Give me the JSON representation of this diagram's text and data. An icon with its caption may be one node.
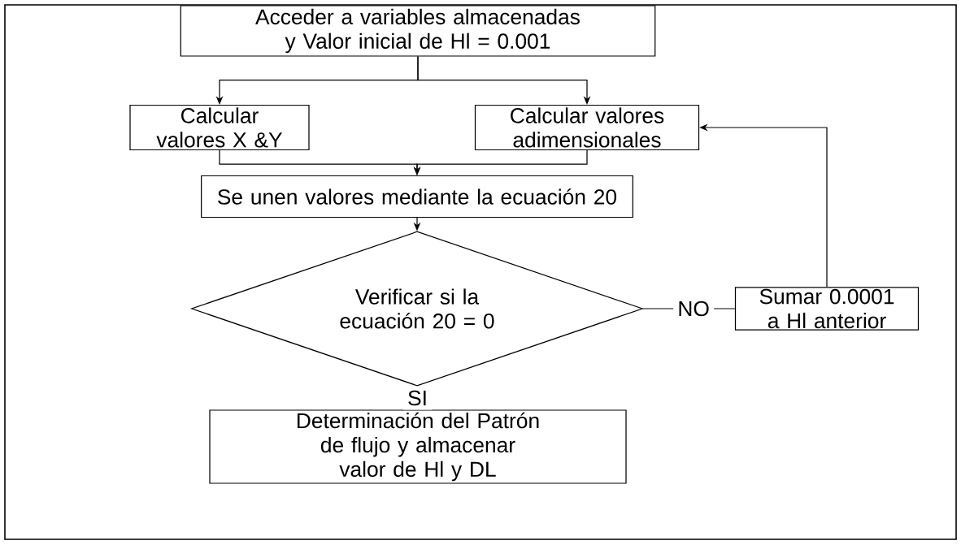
{
  "diagram": {
    "nodes": [
      {
        "text": [
          "Acceder a variables almacenadas y Valor inicial de Hl = 0.001"
        ]
      },
      {
        "text": [
          "Calcular valores  X &Y"
        ]
      },
      {
        "text": [
          "Calcular valores adimensionales"
        ]
      },
      {
        "text": [
          "Se unen valores  mediante la ecuación 20"
        ]
      },
      {
        "text": [
          "Verificar si la ecuación 20 = 0"
        ]
      },
      {
        "text": [
          "Sumar 0.0001 a Hl anterior"
        ]
      },
      {
        "text": [
          "Determinación del Patrón de flujo y almacenar valor de Hl y DL"
        ]
      }
    ],
    "edges": [
      {
        "from": 0,
        "to": 1,
        "arrow": "to"
      },
      {
        "from": 0,
        "to": 2,
        "arrow": "to"
      },
      {
        "from": 1,
        "to": 3,
        "arrow": "to"
      },
      {
        "from": 2,
        "to": 3,
        "arrow": "to"
      },
      {
        "from": 3,
        "to": 4,
        "arrow": "to"
      },
      {
        "from": 4,
        "to": 5,
        "label": "NO",
        "arrow": "none"
      },
      {
        "from": 5,
        "to": 2,
        "arrow": "to"
      },
      {
        "from": 4,
        "to": 6,
        "label": "SI",
        "arrow": "none"
      }
    ]
  }
}
